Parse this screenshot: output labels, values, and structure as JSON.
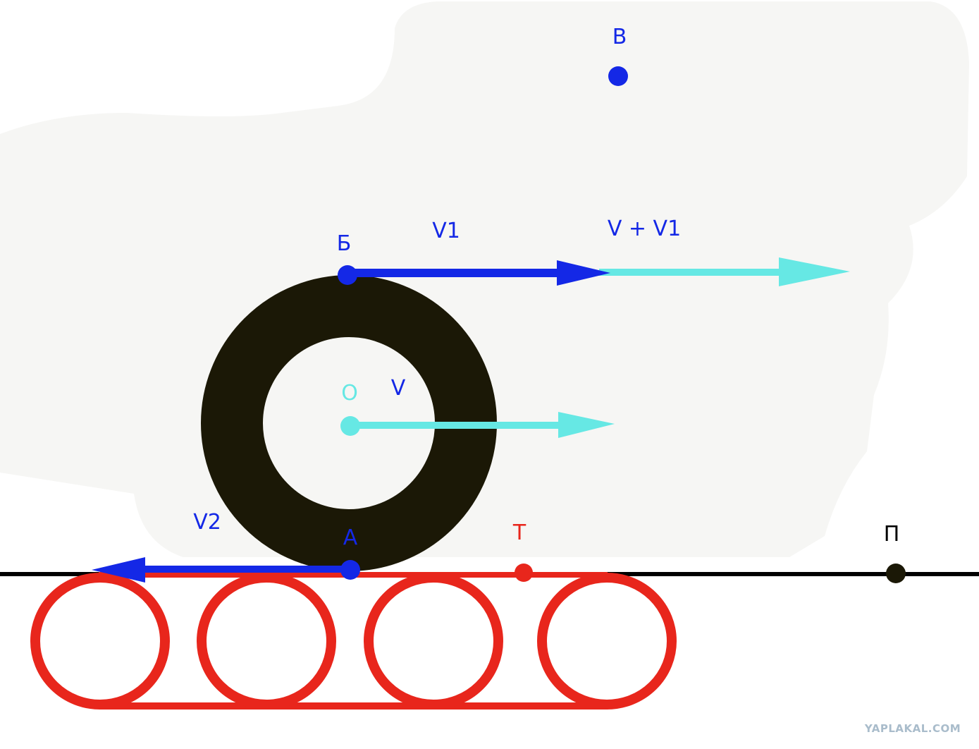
{
  "labels": {
    "point_v": "В",
    "point_b": "Б",
    "point_o": "О",
    "point_a": "А",
    "point_t": "Т",
    "point_p": "П",
    "vec_v1": "V1",
    "vec_v_plus_v1": "V + V1",
    "vec_v": "V",
    "vec_v2": "V2"
  },
  "watermark": "YAPLAKAL.COM",
  "colors": {
    "blue": "#1428e6",
    "cyan": "#66e8e4",
    "red": "#e8261c",
    "wheel": "#1b1806",
    "ground": "#000000",
    "haze": "#f6f6f4",
    "watermark": "#a9bccb"
  }
}
